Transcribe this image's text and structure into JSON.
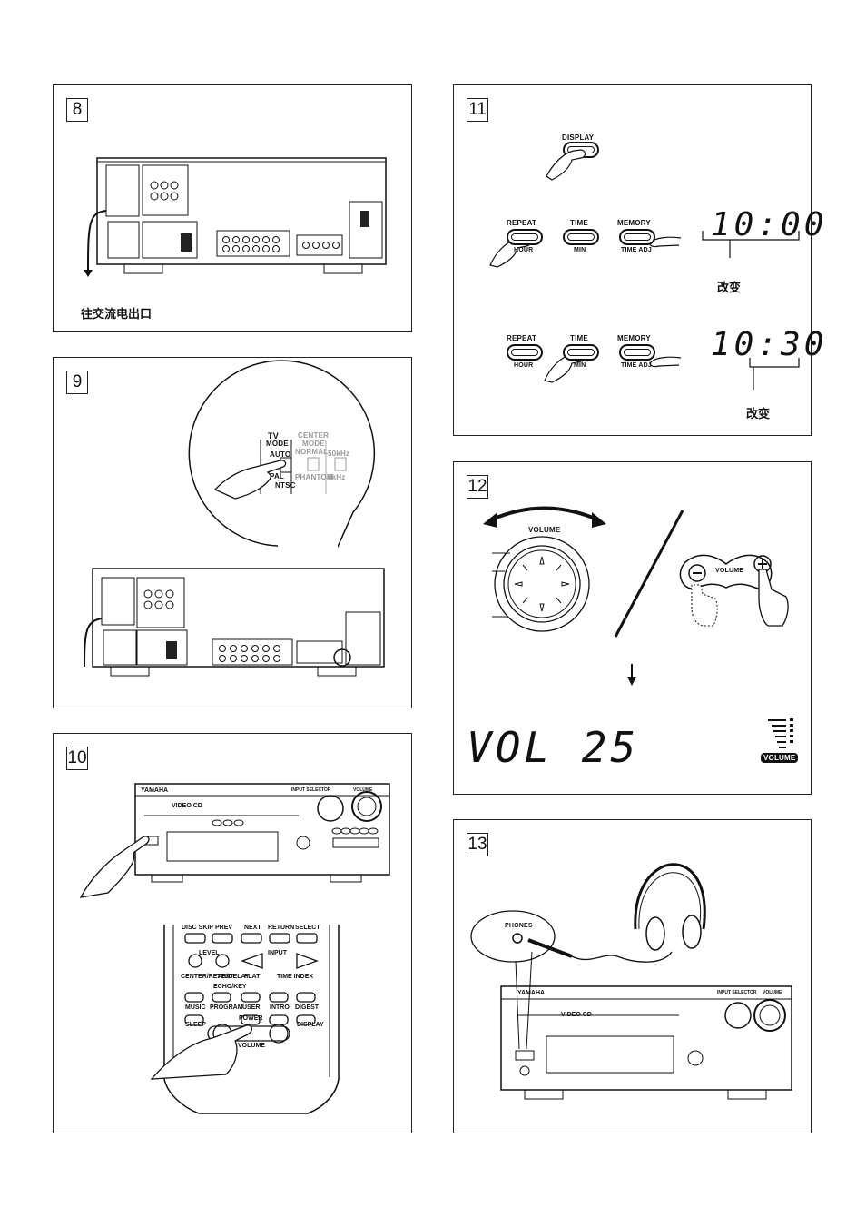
{
  "steps": {
    "s8": {
      "number": "8",
      "caption": "往交流电出口"
    },
    "s9": {
      "number": "9",
      "tv_mode": {
        "title": "TV",
        "mode": "MODE",
        "auto": "AUTO",
        "pal": "PAL",
        "ntsc": "NTSC"
      },
      "center_mode": {
        "title": "CENTER",
        "mode": "MODE",
        "normal": "NORMAL",
        "phantom": "PHANTOM"
      },
      "freq": {
        "hz50": "50kHz",
        "hz6": "6kHz"
      }
    },
    "s10": {
      "number": "10",
      "front_panel": {
        "brand": "YAMAHA",
        "video_cd": "VIDEO CD",
        "input_selector": "INPUT SELECTOR",
        "volume": "VOLUME"
      },
      "remote_buttons": [
        "DISC SKIP",
        "PREV",
        "NEXT",
        "RETURN",
        "SELECT",
        "LEVEL",
        "INPUT",
        "CENTER/REAR/DELAY",
        "TEST",
        "FLAT",
        "TIME INDEX",
        "ECHO/KEY",
        "MUSIC",
        "PROGRAM",
        "USER",
        "INTRO",
        "DIGEST",
        "SLEEP",
        "POWER",
        "DISPLAY",
        "VOLUME"
      ]
    },
    "s11": {
      "number": "11",
      "display_label": "DISPLAY",
      "row1": {
        "repeat": "REPEAT",
        "hour": "HOUR",
        "time": "TIME",
        "min": "MIN",
        "memory": "MEMORY",
        "time_adj": "TIME ADJ",
        "readout": "10:00",
        "change": "改变"
      },
      "row2": {
        "repeat": "REPEAT",
        "hour": "HOUR",
        "time": "TIME",
        "min": "MIN",
        "memory": "MEMORY",
        "time_adj": "TIME ADJ",
        "readout": "10:30",
        "change": "改变"
      }
    },
    "s12": {
      "number": "12",
      "knob_label": "VOLUME",
      "remote_label": "VOLUME",
      "readout": "VOL 25",
      "badge": "VOLUME"
    },
    "s13": {
      "number": "13",
      "phones_label": "PHONES",
      "brand": "YAMAHA",
      "video_cd": "VIDEO CD",
      "volume": "VOLUME",
      "input_selector": "INPUT SELECTOR"
    }
  }
}
